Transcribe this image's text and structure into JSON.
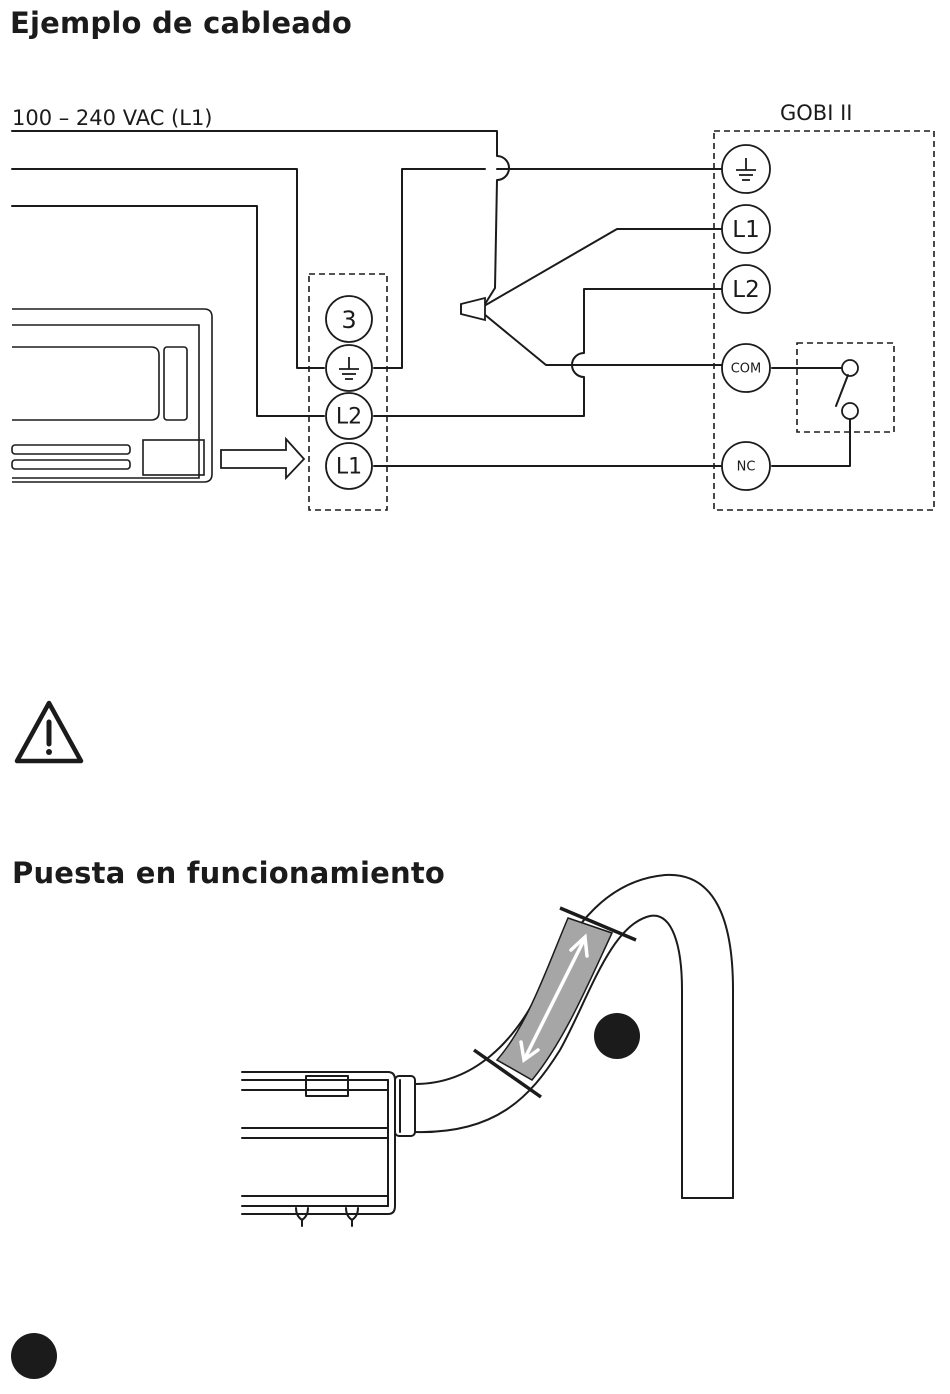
{
  "sections": {
    "wiring_title": "Ejemplo de cableado",
    "startup_title": "Puesta en funcionamiento"
  },
  "wiring": {
    "supply_label": "100 – 240 VAC (L1)",
    "device_label": "GOBI II",
    "controller_terminals": [
      "3",
      "⏚",
      "L2",
      "L1"
    ],
    "device_terminals": [
      "⏚",
      "L1",
      "L2",
      "COM",
      "NC"
    ]
  },
  "icons": {
    "warning": "warning-triangle-icon",
    "marker_1": "filled-circle-marker-icon",
    "marker_2": "filled-circle-marker-icon"
  },
  "colors": {
    "line": "#1b1b1b",
    "hose_band": "#a6a6a6",
    "background": "#ffffff"
  }
}
